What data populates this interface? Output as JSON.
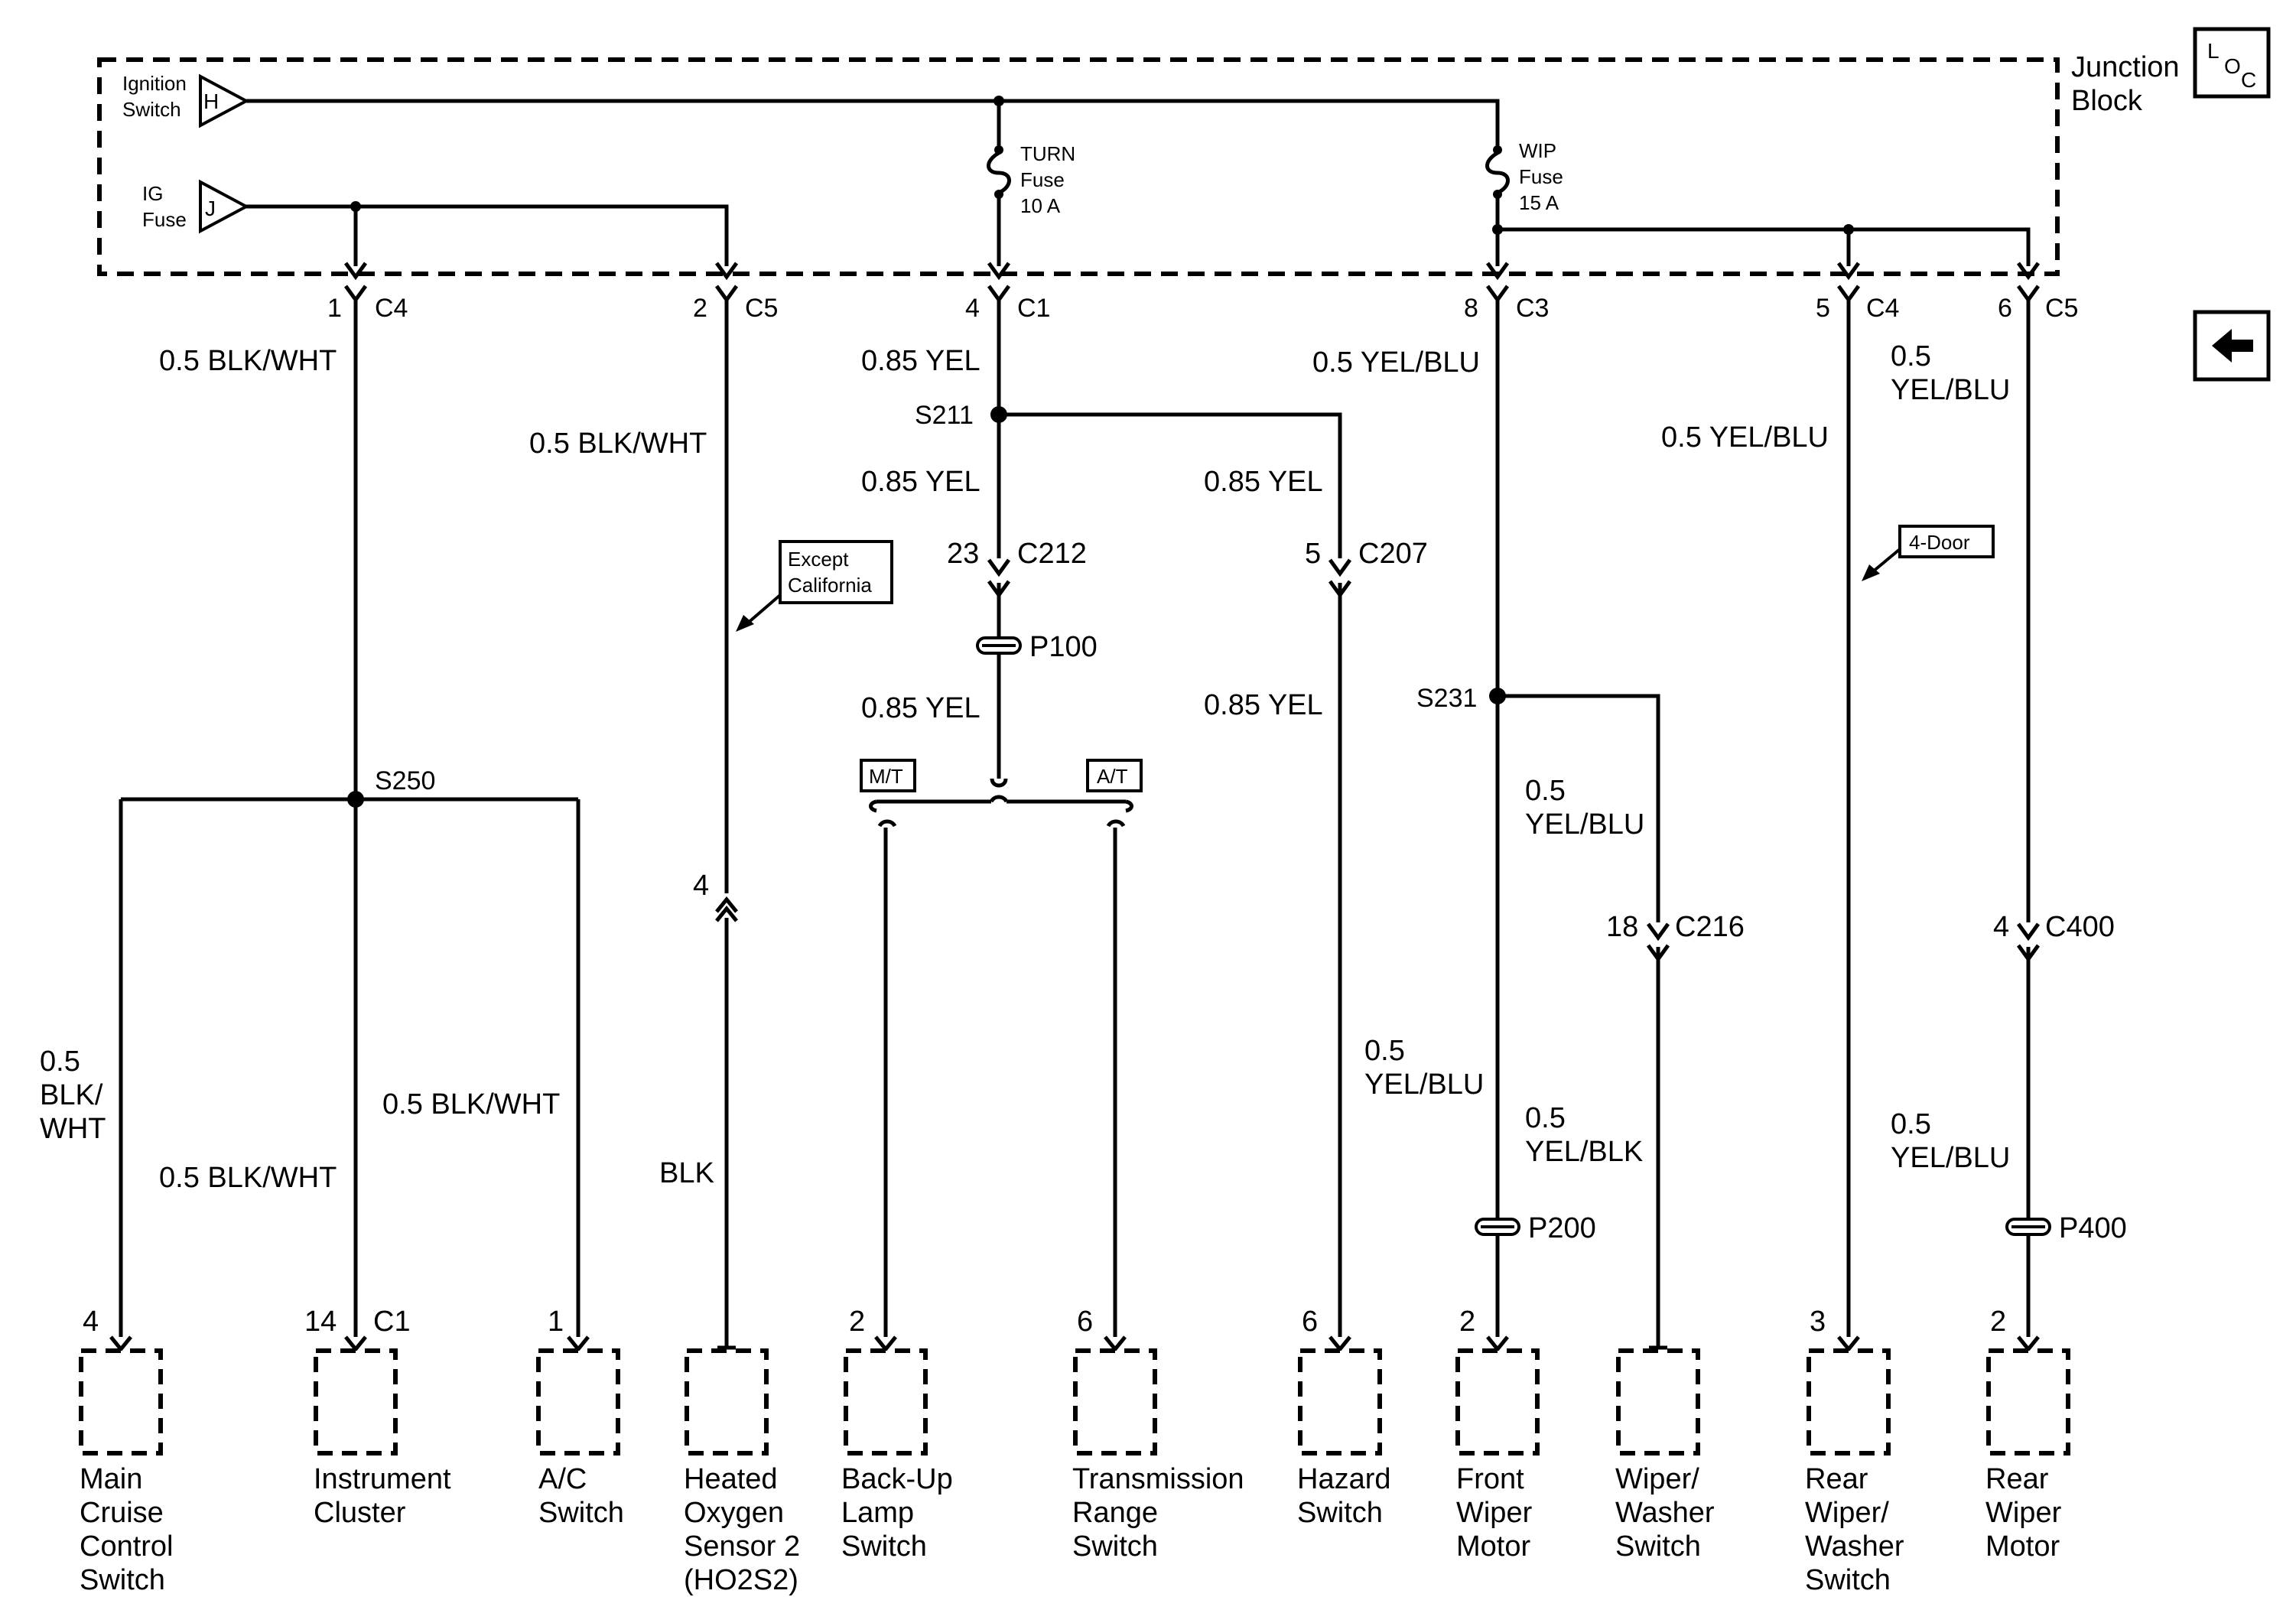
{
  "junction_block": {
    "line1": "Junction",
    "line2": "Block"
  },
  "loc_icon": {
    "letters": [
      "L",
      "O",
      "C"
    ]
  },
  "back_arrow": {
    "icon": "left-arrow-icon"
  },
  "sources": [
    {
      "id": "ignition",
      "lines": [
        "Ignition",
        "Switch"
      ],
      "terminal": "H"
    },
    {
      "id": "ig",
      "lines": [
        "IG",
        "Fuse"
      ],
      "terminal": "J"
    }
  ],
  "fuses": [
    {
      "id": "turn",
      "lines": [
        "TURN",
        "Fuse",
        "10 A"
      ]
    },
    {
      "id": "wip",
      "lines": [
        "WIP",
        "Fuse",
        "15 A"
      ]
    }
  ],
  "jb_pins": [
    {
      "pin": "1",
      "connector": "C4"
    },
    {
      "pin": "2",
      "connector": "C5"
    },
    {
      "pin": "4",
      "connector": "C1"
    },
    {
      "pin": "8",
      "connector": "C3"
    },
    {
      "pin": "5",
      "connector": "C4"
    },
    {
      "pin": "6",
      "connector": "C5"
    }
  ],
  "wires": [
    {
      "id": "w1",
      "lines": [
        "0.5 BLK/WHT"
      ]
    },
    {
      "id": "w2",
      "lines": [
        "0.5 BLK/WHT"
      ]
    },
    {
      "id": "w3",
      "lines": [
        "0.85 YEL"
      ]
    },
    {
      "id": "w4",
      "lines": [
        "0.85 YEL"
      ]
    },
    {
      "id": "w5",
      "lines": [
        "0.85 YEL"
      ]
    },
    {
      "id": "w6",
      "lines": [
        "0.85 YEL"
      ]
    },
    {
      "id": "w7",
      "lines": [
        "0.85 YEL"
      ]
    },
    {
      "id": "w8",
      "lines": [
        "0.5 YEL/BLU"
      ]
    },
    {
      "id": "w9",
      "lines": [
        "0.5 YEL/BLU"
      ]
    },
    {
      "id": "w10",
      "lines": [
        "0.5",
        "YEL/BLU"
      ]
    },
    {
      "id": "w11",
      "lines": [
        "0.5",
        "BLK/",
        "WHT"
      ]
    },
    {
      "id": "w12",
      "lines": [
        "0.5 BLK/WHT"
      ]
    },
    {
      "id": "w13",
      "lines": [
        "0.5 BLK/WHT"
      ]
    },
    {
      "id": "w14",
      "lines": [
        "BLK"
      ]
    },
    {
      "id": "w15",
      "lines": [
        "0.5",
        "YEL/BLU"
      ]
    },
    {
      "id": "w16",
      "lines": [
        "0.5",
        "YEL/BLU"
      ]
    },
    {
      "id": "w17",
      "lines": [
        "0.5",
        "YEL/BLK"
      ]
    },
    {
      "id": "w18",
      "lines": [
        "0.5",
        "YEL/BLU"
      ]
    }
  ],
  "splices": [
    {
      "id": "S211",
      "label": "S211"
    },
    {
      "id": "S250",
      "label": "S250"
    },
    {
      "id": "S231",
      "label": "S231"
    }
  ],
  "inline_connectors": [
    {
      "pin": "23",
      "connector": "C212"
    },
    {
      "pin": "5",
      "connector": "C207"
    },
    {
      "pin": "4",
      "connector": ""
    },
    {
      "pin": "18",
      "connector": "C216"
    },
    {
      "pin": "4",
      "connector": "C400"
    }
  ],
  "pass_throughs": [
    {
      "label": "P100"
    },
    {
      "label": "P200"
    },
    {
      "label": "P400"
    }
  ],
  "options": [
    {
      "lines": [
        "Except",
        "California"
      ]
    },
    {
      "lines": [
        "M/T"
      ]
    },
    {
      "lines": [
        "A/T"
      ]
    },
    {
      "lines": [
        "4-Door"
      ]
    }
  ],
  "components": [
    {
      "pin": "4",
      "connector": "",
      "lines": [
        "Main",
        "Cruise",
        "Control",
        "Switch"
      ]
    },
    {
      "pin": "14",
      "connector": "C1",
      "lines": [
        "Instrument",
        "Cluster"
      ]
    },
    {
      "pin": "1",
      "connector": "",
      "lines": [
        "A/C",
        "Switch"
      ]
    },
    {
      "pin": "",
      "connector": "",
      "lines": [
        "Heated",
        "Oxygen",
        "Sensor 2",
        "(HO2S2)"
      ]
    },
    {
      "pin": "2",
      "connector": "",
      "lines": [
        "Back-Up",
        "Lamp",
        "Switch"
      ]
    },
    {
      "pin": "6",
      "connector": "",
      "lines": [
        "Transmission",
        "Range",
        "Switch"
      ]
    },
    {
      "pin": "6",
      "connector": "",
      "lines": [
        "Hazard",
        "Switch"
      ]
    },
    {
      "pin": "2",
      "connector": "",
      "lines": [
        "Front",
        "Wiper",
        "Motor"
      ]
    },
    {
      "pin": "",
      "connector": "",
      "lines": [
        "Wiper/",
        "Washer",
        "Switch"
      ]
    },
    {
      "pin": "3",
      "connector": "",
      "lines": [
        "Rear",
        "Wiper/",
        "Washer",
        "Switch"
      ]
    },
    {
      "pin": "2",
      "connector": "",
      "lines": [
        "Rear",
        "Wiper",
        "Motor"
      ]
    }
  ]
}
